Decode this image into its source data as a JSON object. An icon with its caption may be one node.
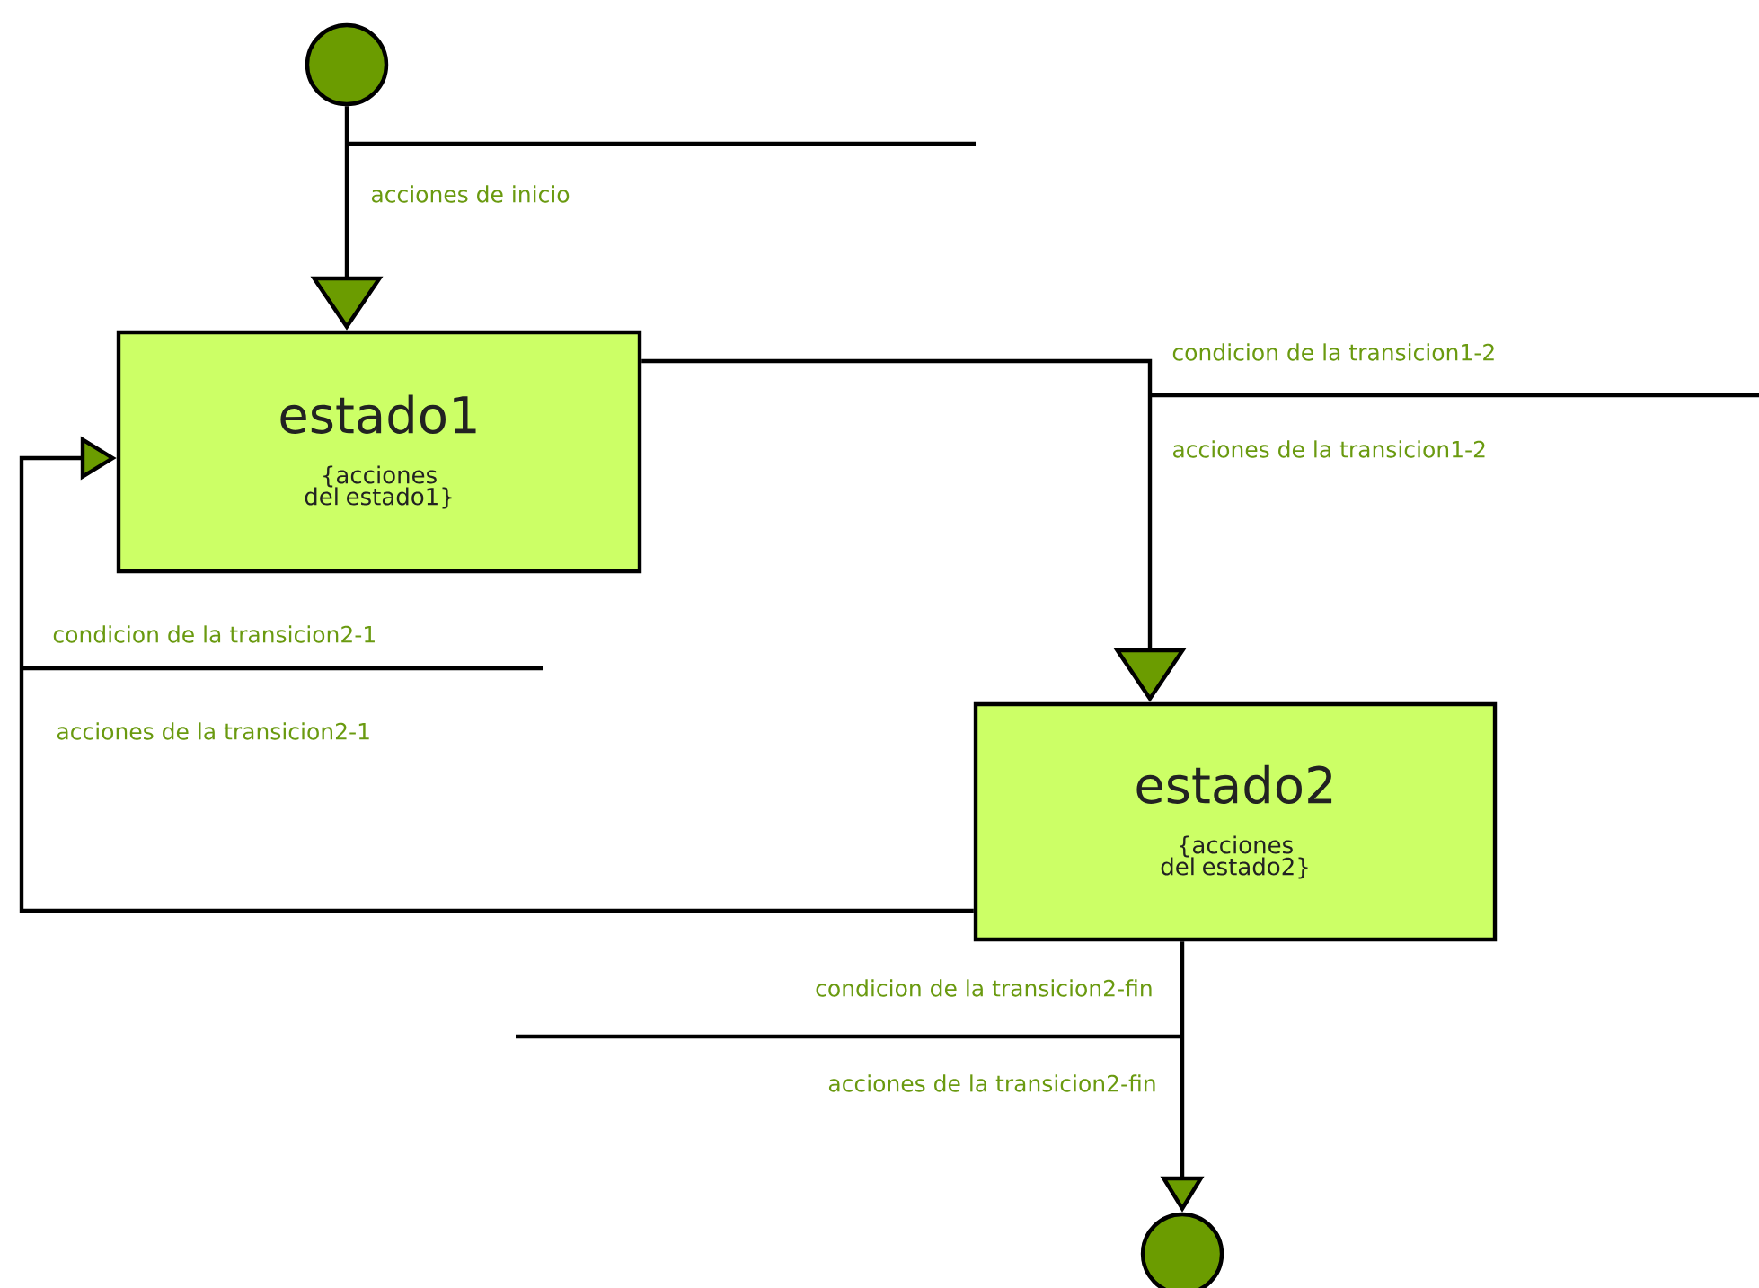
{
  "diagram": {
    "nodes": [
      {
        "text": [],
        "shape": "circle"
      },
      {
        "text": [
          "estado1",
          "{acciones del estado1}"
        ]
      },
      {
        "text": [
          "estado2",
          "{acciones del estado2}"
        ]
      },
      {
        "text": [],
        "shape": "circle"
      }
    ],
    "edges": [
      {
        "from": 0,
        "to": 1,
        "arrow": "to",
        "label": "acciones de inicio"
      },
      {
        "from": 1,
        "to": 2,
        "arrow": "to",
        "label": "condicion de la transicion1-2"
      },
      {
        "from": 2,
        "to": 1,
        "arrow": "to",
        "label": "condicion de la transicion2-1"
      },
      {
        "from": 2,
        "to": 3,
        "arrow": "to",
        "label": "condicion de la transicion2-fin"
      }
    ],
    "labels": [
      "acciones de la transicion1-2",
      "acciones de la transicion2-1",
      "acciones de la transicion2-fin"
    ]
  }
}
